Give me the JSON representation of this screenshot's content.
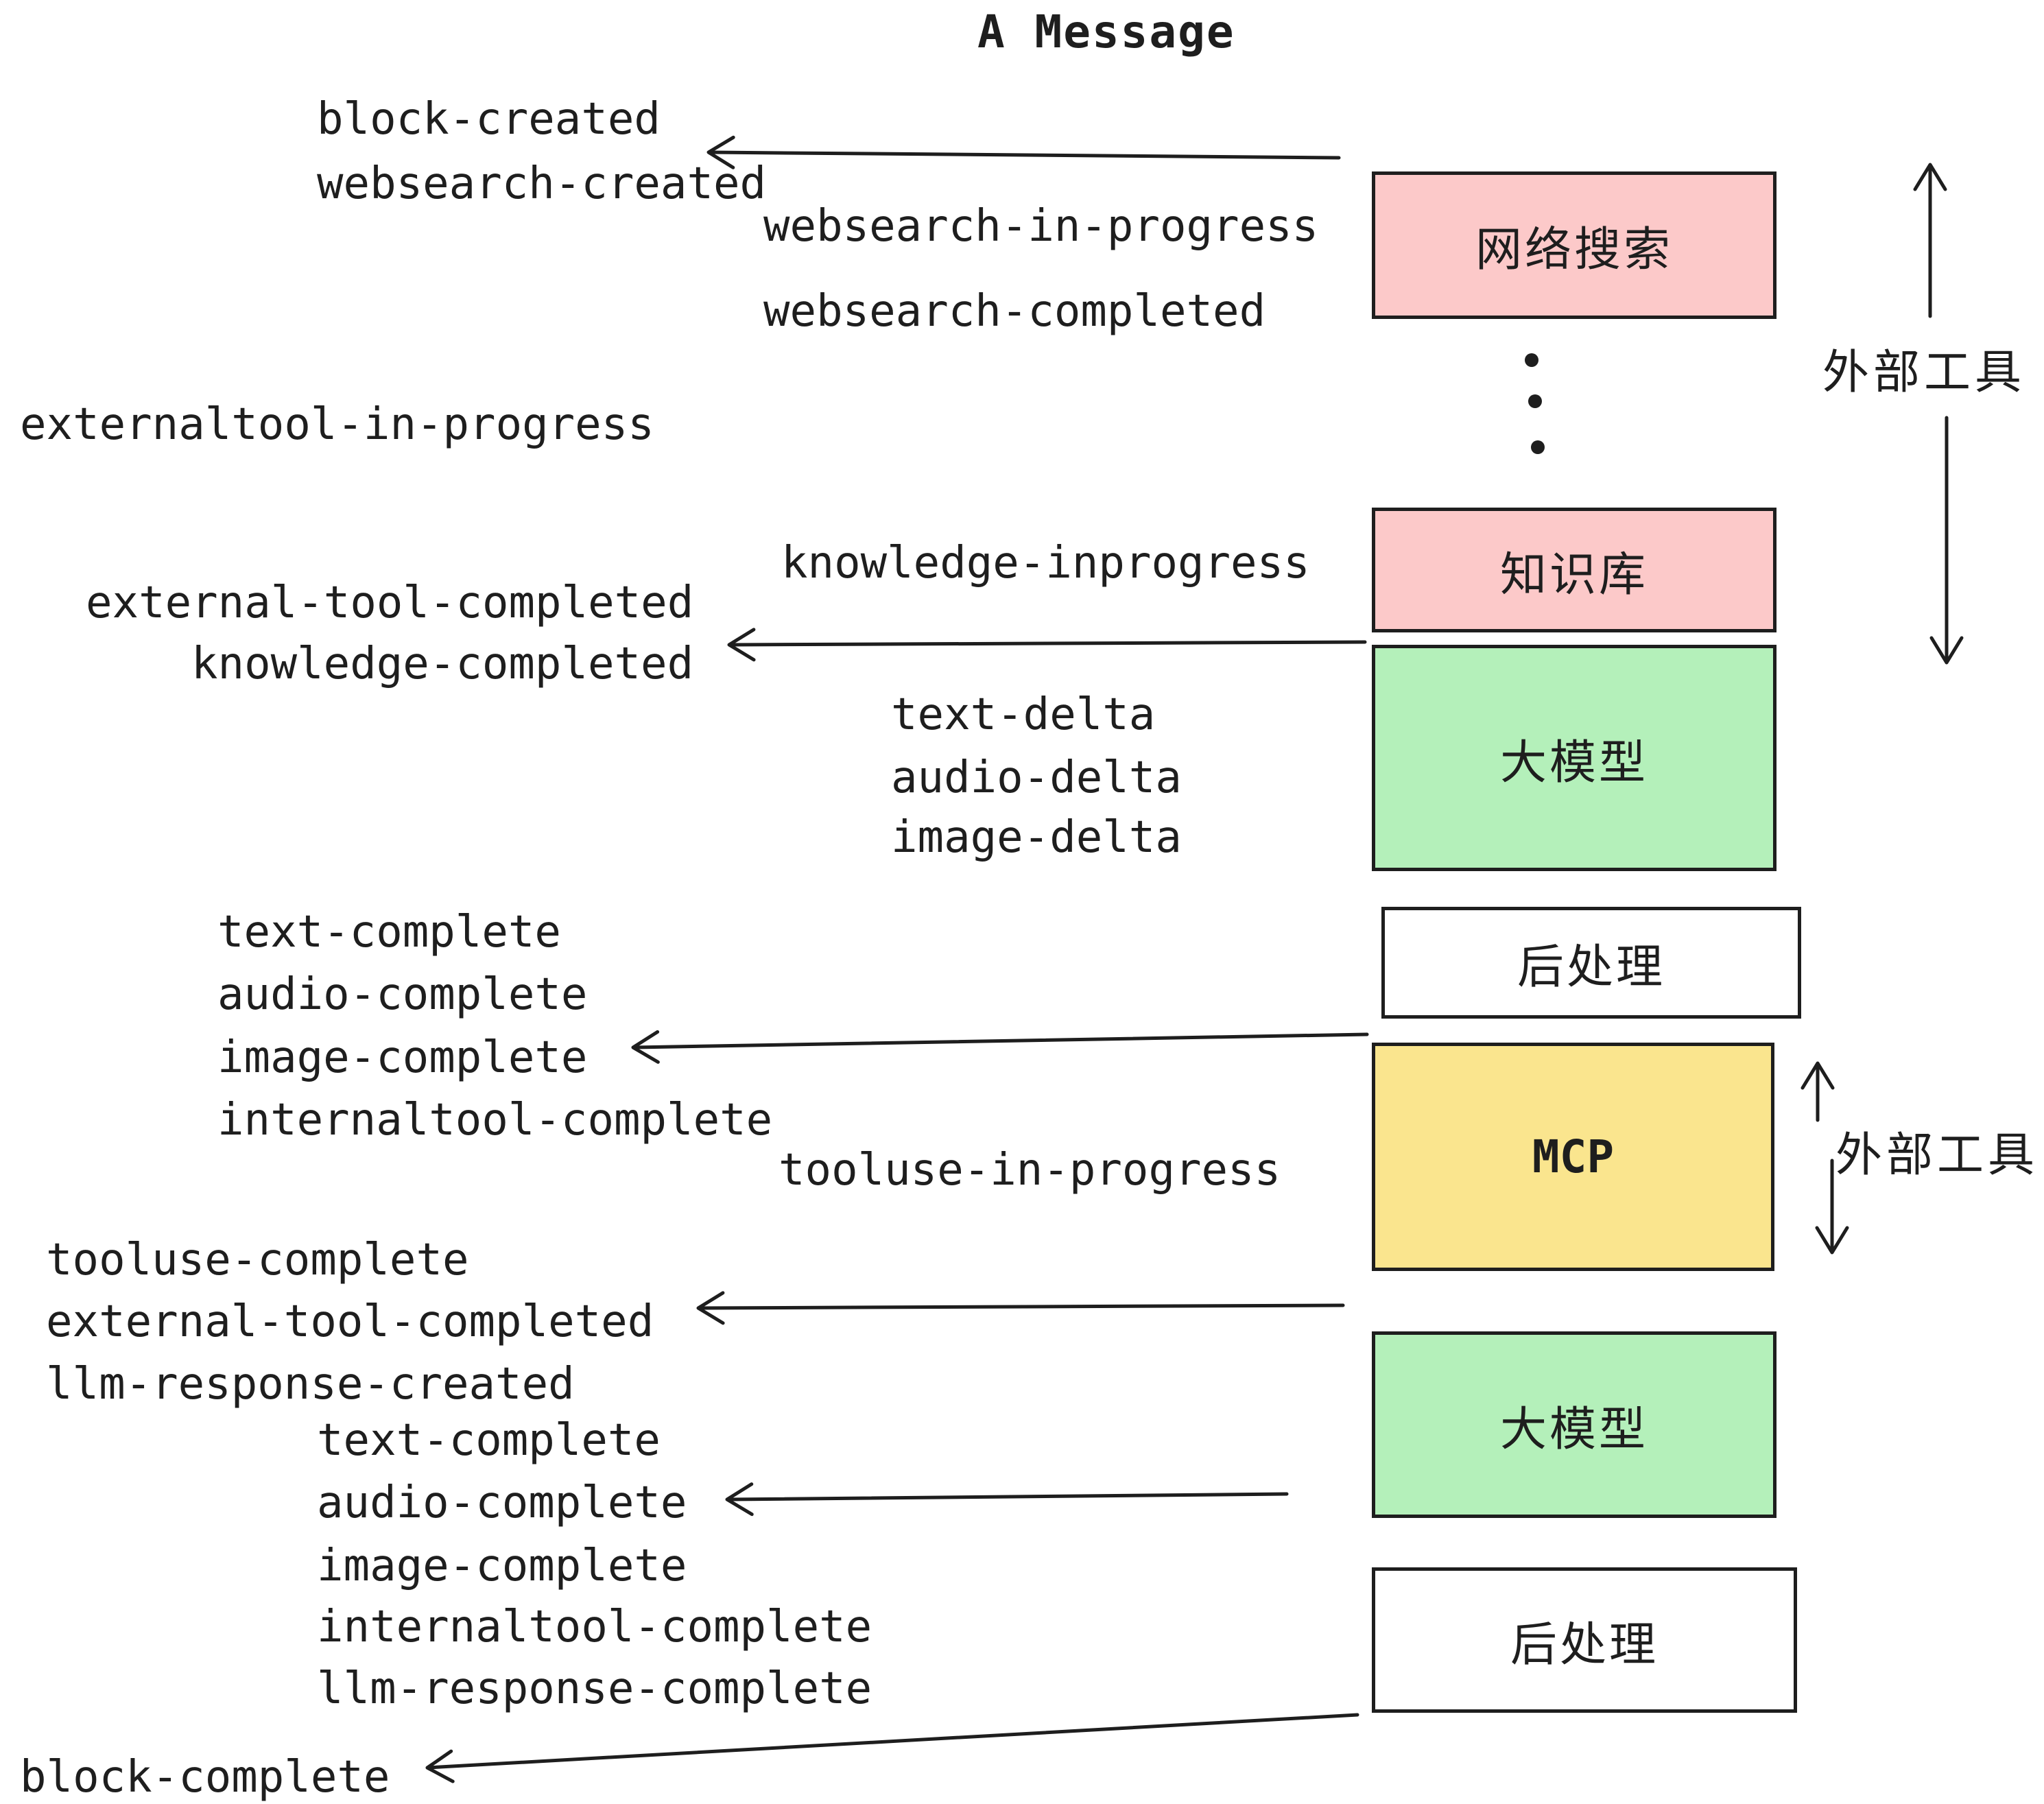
{
  "title": "A Message",
  "colors": {
    "ink": "#1e1e1e",
    "pink": "#fcc9c9",
    "green": "#b4f0ba",
    "yellow": "#fae58e",
    "white": "#ffffff"
  },
  "events": [
    "block-created",
    "websearch-created",
    "websearch-in-progress",
    "websearch-completed",
    "externaltool-in-progress",
    "knowledge-inprogress",
    "external-tool-completed",
    "knowledge-completed",
    "text-delta",
    "audio-delta",
    "image-delta",
    "text-complete",
    "audio-complete",
    "image-complete",
    "internaltool-complete",
    "tooluse-in-progress",
    "tooluse-complete",
    "external-tool-completed",
    "llm-response-created",
    "text-complete",
    "audio-complete",
    "image-complete",
    "internaltool-complete",
    "llm-response-complete",
    "block-complete"
  ],
  "boxes": [
    {
      "label": "网络搜索",
      "color": "#fcc9c9"
    },
    {
      "label": "知识库",
      "color": "#fcc9c9"
    },
    {
      "label": "大模型",
      "color": "#b4f0ba"
    },
    {
      "label": "后处理",
      "color": "#ffffff"
    },
    {
      "label": "MCP",
      "color": "#fae58e"
    },
    {
      "label": "大模型",
      "color": "#b4f0ba"
    },
    {
      "label": "后处理",
      "color": "#ffffff"
    }
  ],
  "annotations": {
    "external_tools_top": "外部工具",
    "external_tools_mcp": "外部工具"
  }
}
